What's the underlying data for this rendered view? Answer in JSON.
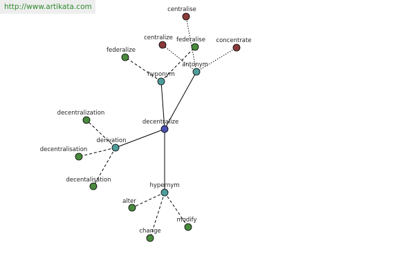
{
  "watermark": {
    "url": "http://www.artikata.com"
  },
  "colors": {
    "center": "#4a4fb0",
    "relation": "#4f9c9c",
    "word": "#4a8a3e",
    "antonym_word": "#8a3a3a"
  },
  "graph": {
    "nodes": [
      {
        "id": "decentralize",
        "label": "decentralize",
        "kind": "center"
      },
      {
        "id": "hyponym",
        "label": "hyponym",
        "kind": "relation"
      },
      {
        "id": "antonym",
        "label": "antonym",
        "kind": "relation"
      },
      {
        "id": "derivation",
        "label": "derivation",
        "kind": "relation"
      },
      {
        "id": "hypernym",
        "label": "hypernym",
        "kind": "relation"
      },
      {
        "id": "federalize",
        "label": "federalize",
        "kind": "word"
      },
      {
        "id": "federalise",
        "label": "federalise",
        "kind": "word"
      },
      {
        "id": "centralise",
        "label": "centralise",
        "kind": "antonym_word"
      },
      {
        "id": "centralize",
        "label": "centralize",
        "kind": "antonym_word"
      },
      {
        "id": "concentrate",
        "label": "concentrate",
        "kind": "antonym_word"
      },
      {
        "id": "decentralization",
        "label": "decentralization",
        "kind": "word"
      },
      {
        "id": "decentralisation",
        "label": "decentralisation",
        "kind": "word"
      },
      {
        "id": "decentalisation",
        "label": "decentalisation",
        "kind": "word"
      },
      {
        "id": "alter",
        "label": "alter",
        "kind": "word"
      },
      {
        "id": "change",
        "label": "change",
        "kind": "word"
      },
      {
        "id": "modify",
        "label": "modify",
        "kind": "word"
      }
    ],
    "edges": [
      {
        "from": "decentralize",
        "to": "hyponym",
        "style": "solid"
      },
      {
        "from": "decentralize",
        "to": "antonym",
        "style": "solid"
      },
      {
        "from": "decentralize",
        "to": "derivation",
        "style": "solid"
      },
      {
        "from": "decentralize",
        "to": "hypernym",
        "style": "solid"
      },
      {
        "from": "hyponym",
        "to": "federalize",
        "style": "dashed"
      },
      {
        "from": "hyponym",
        "to": "federalise",
        "style": "dashed"
      },
      {
        "from": "antonym",
        "to": "centralise",
        "style": "dotted"
      },
      {
        "from": "antonym",
        "to": "centralize",
        "style": "dotted"
      },
      {
        "from": "antonym",
        "to": "concentrate",
        "style": "dotted"
      },
      {
        "from": "derivation",
        "to": "decentralization",
        "style": "dashed"
      },
      {
        "from": "derivation",
        "to": "decentralisation",
        "style": "dashed"
      },
      {
        "from": "derivation",
        "to": "decentalisation",
        "style": "dashed"
      },
      {
        "from": "hypernym",
        "to": "alter",
        "style": "dashed"
      },
      {
        "from": "hypernym",
        "to": "change",
        "style": "dashed"
      },
      {
        "from": "hypernym",
        "to": "modify",
        "style": "dashed"
      }
    ]
  }
}
